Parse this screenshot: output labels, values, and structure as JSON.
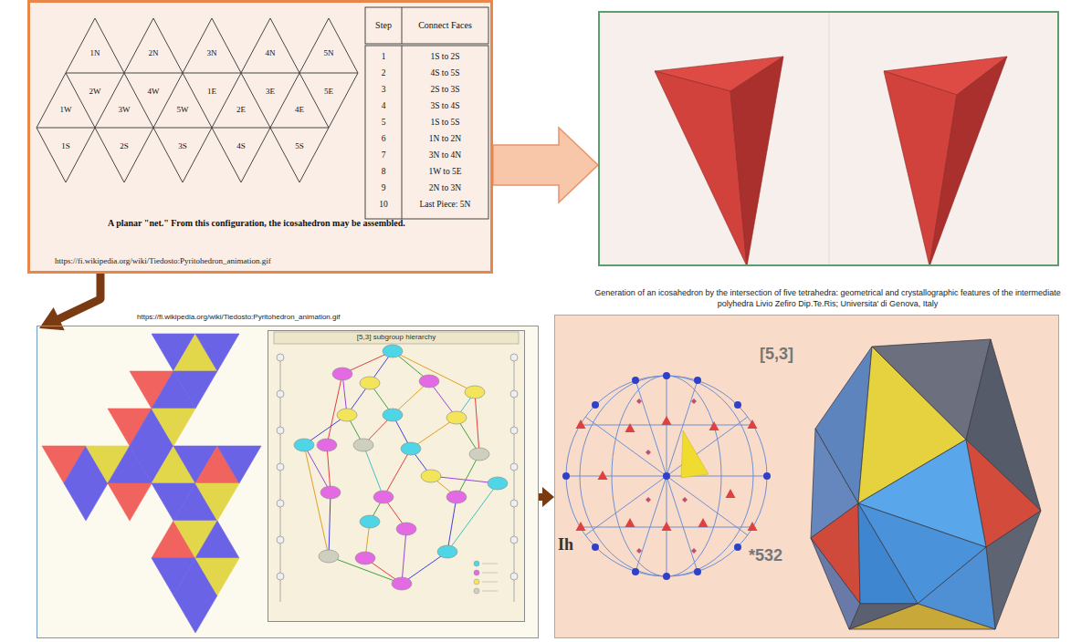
{
  "diagram": {
    "nodes": [
      {
        "text": [
          "A planar \"net.\" From this configuration, the icosahedron may be assembled.",
          "https://fi.wikipedia.org/wiki/Tiedosto:Pyritohedron_animation.gif"
        ]
      },
      {
        "text": []
      },
      {
        "text": []
      },
      {
        "text": [
          "[5,3] subgroup hierarchy"
        ],
        "in": 2
      },
      {
        "text": [
          "[5,3]",
          "Ih",
          "*532"
        ]
      }
    ],
    "edges": [
      {
        "from": 0,
        "to": 1,
        "arrow": "to"
      },
      {
        "from": 0,
        "to": 2,
        "arrow": "to"
      },
      {
        "from": 2,
        "to": 4,
        "arrow": "to"
      }
    ],
    "labels": [
      "1N",
      "2N",
      "3N",
      "4N",
      "5N",
      "1W",
      "2W",
      "3W",
      "4W",
      "5W",
      "1E",
      "2E",
      "3E",
      "4E",
      "5E",
      "1S",
      "2S",
      "3S",
      "4S",
      "5S",
      "Step",
      "Connect Faces",
      "1",
      "1S to 2S",
      "2",
      "4S to 5S",
      "3",
      "2S to 3S",
      "4",
      "3S to 4S",
      "5",
      "1S to 5S",
      "6",
      "1N to 2N",
      "7",
      "3N to 4N",
      "8",
      "1W to 5E",
      "9",
      "2N to 3N",
      "10",
      "Last Piece: 5N",
      "https://fi.wikipedia.org/wiki/Tiedosto:Pyritohedron_animation.gif",
      "Generation of an icosahedron by the intersection of five tetrahedra: geometrical and crystallographic features of the intermediate polyhedra Livio Zefiro Dip.Te.Ris; Universita' di Genova, Italy"
    ]
  }
}
